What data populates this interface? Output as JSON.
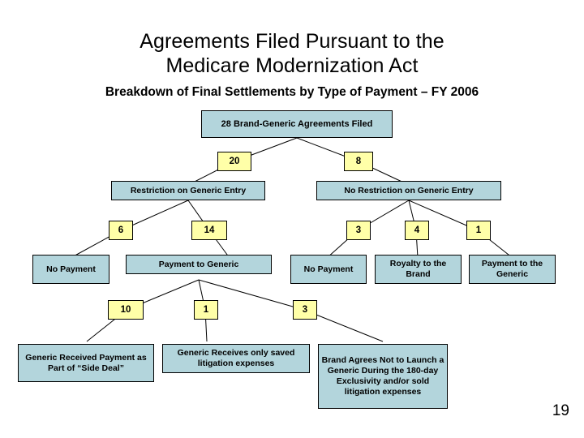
{
  "slide": {
    "title": "Agreements Filed Pursuant to the Medicare Modernization Act",
    "title_line1": "Agreements Filed Pursuant to the",
    "title_line2": "Medicare Modernization Act",
    "subtitle": "Breakdown of Final Settlements by Type of Payment – FY 2006",
    "page_number": "19"
  },
  "colors": {
    "node_fill": "#b3d5dc",
    "count_fill": "#ffffa8",
    "border": "#000000",
    "background": "#ffffff",
    "text": "#000000"
  },
  "chart_data": {
    "type": "diagram",
    "title": "Agreements Filed Pursuant to the Medicare Modernization Act",
    "subtitle": "Breakdown of Final Settlements by Type of Payment – FY 2006",
    "root_total": 28,
    "nodes": [
      {
        "id": "root",
        "label": "28 Brand-Generic Agreements Filed",
        "level": 0,
        "count": null
      },
      {
        "id": "restriction",
        "label": "Restriction on Generic Entry",
        "level": 1,
        "count": 20
      },
      {
        "id": "no-restriction",
        "label": "No Restriction on Generic Entry",
        "level": 1,
        "count": 8
      },
      {
        "id": "no-payment-left",
        "label": "No Payment",
        "level": 2,
        "count": 6
      },
      {
        "id": "payment-to-generic",
        "label": "Payment to Generic",
        "level": 2,
        "count": 14
      },
      {
        "id": "no-payment-right",
        "label": "No Payment",
        "level": 2,
        "count": 3
      },
      {
        "id": "royalty-to-brand",
        "label": "Royalty to the Brand",
        "level": 2,
        "count": 4
      },
      {
        "id": "payment-to-the-generic",
        "label": "Payment to the Generic",
        "level": 2,
        "count": 1
      },
      {
        "id": "side-deal",
        "label": "Generic Received Payment as Part of “Side Deal”",
        "level": 3,
        "count": 10
      },
      {
        "id": "saved-litigation",
        "label": "Generic Receives only saved litigation expenses",
        "level": 3,
        "count": 1
      },
      {
        "id": "brand-agrees",
        "label": "Brand Agrees Not to Launch a Generic During the 180-day Exclusivity and/or sold litigation expenses",
        "level": 3,
        "count": 3
      }
    ],
    "edges": [
      {
        "from": "root",
        "to": "restriction",
        "count": 20
      },
      {
        "from": "root",
        "to": "no-restriction",
        "count": 8
      },
      {
        "from": "restriction",
        "to": "no-payment-left",
        "count": 6
      },
      {
        "from": "restriction",
        "to": "payment-to-generic",
        "count": 14
      },
      {
        "from": "no-restriction",
        "to": "no-payment-right",
        "count": 3
      },
      {
        "from": "no-restriction",
        "to": "royalty-to-brand",
        "count": 4
      },
      {
        "from": "no-restriction",
        "to": "payment-to-the-generic",
        "count": 1
      },
      {
        "from": "payment-to-generic",
        "to": "side-deal",
        "count": 10
      },
      {
        "from": "payment-to-generic",
        "to": "saved-litigation",
        "count": 1
      },
      {
        "from": "payment-to-generic",
        "to": "brand-agrees",
        "count": 3
      }
    ]
  },
  "boxes": {
    "root": {
      "label": "28 Brand-Generic Agreements Filed"
    },
    "count_20": {
      "label": "20"
    },
    "count_8": {
      "label": "8"
    },
    "restriction": {
      "label": "Restriction on Generic Entry"
    },
    "no_restriction": {
      "label": "No Restriction on Generic Entry"
    },
    "count_6": {
      "label": "6"
    },
    "count_14": {
      "label": "14"
    },
    "count_3_right": {
      "label": "3"
    },
    "count_4": {
      "label": "4"
    },
    "count_1_right": {
      "label": "1"
    },
    "no_payment_left": {
      "label": "No Payment"
    },
    "payment_to_generic": {
      "label": "Payment to Generic"
    },
    "no_payment_right": {
      "label": "No Payment"
    },
    "royalty_to_brand": {
      "label": "Royalty to the Brand"
    },
    "payment_to_the_generic": {
      "label": "Payment to the Generic"
    },
    "count_10": {
      "label": "10"
    },
    "count_1_mid": {
      "label": "1"
    },
    "count_3_bottom": {
      "label": "3"
    },
    "side_deal": {
      "label": "Generic Received Payment as Part of “Side Deal”"
    },
    "saved_litigation": {
      "label": "Generic Receives only saved litigation expenses"
    },
    "brand_agrees": {
      "label": "Brand Agrees Not to Launch a Generic During the 180-day Exclusivity and/or sold litigation expenses"
    }
  }
}
